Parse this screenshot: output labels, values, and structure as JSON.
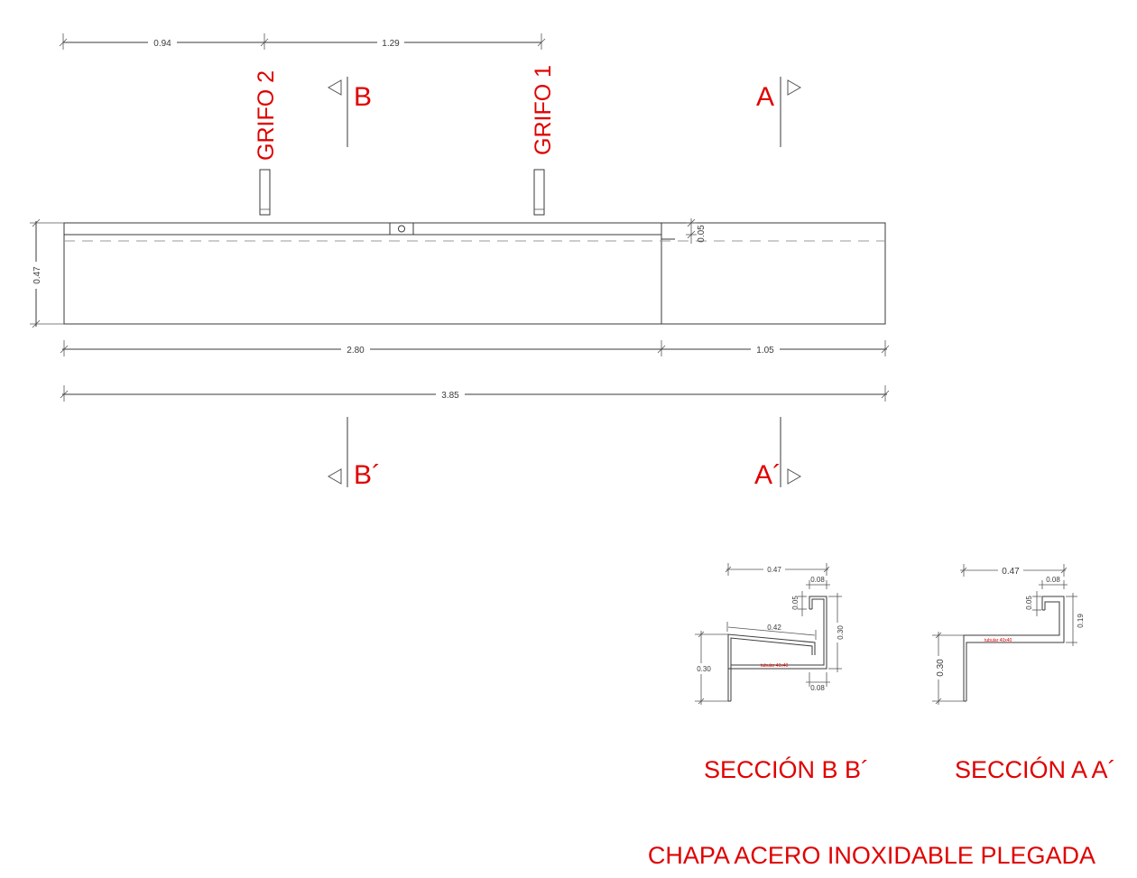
{
  "dimensions": {
    "top_left": "0.94",
    "top_right": "1.29",
    "height_left": "0.47",
    "lip": "0.05",
    "bottom_left": "2.80",
    "bottom_right": "1.05",
    "total": "3.85"
  },
  "section_marks": {
    "b_top": "B",
    "a_top": "A",
    "b_bottom": "B´",
    "a_bottom": "A´"
  },
  "faucets": {
    "grifo_2": "GRIFO 2",
    "grifo_1": "GRIFO 1"
  },
  "section_bb": {
    "width": "0.47",
    "lip": "0.08",
    "flange": "0.05",
    "height_right": "0.30",
    "slope": "0.42",
    "height_left": "0.30",
    "bottom_lip": "0.08",
    "tube_label": "tubular 40x40",
    "title": "SECCIÓN  B B´"
  },
  "section_aa": {
    "width": "0.47",
    "lip": "0.08",
    "flange": "0.05",
    "height_right": "0.19",
    "height_left": "0.30",
    "tube_label": "tubular 40x40",
    "title": "SECCIÓN A A´"
  },
  "material": "CHAPA ACERO INOXIDABLE PLEGADA"
}
